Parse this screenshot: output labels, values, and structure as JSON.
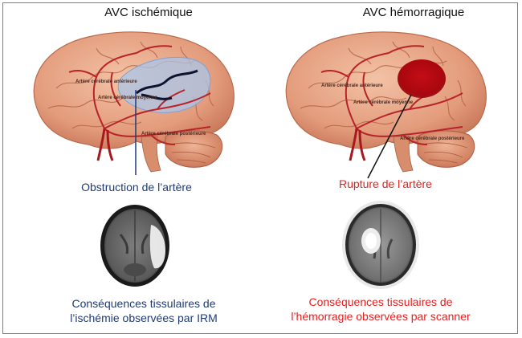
{
  "left": {
    "title": "AVC ischémique",
    "caption": "Obstruction de l’artère",
    "consequence_line1": "Conséquences tissulaires de",
    "consequence_line2": "l’ischémie observées par IRM",
    "labels": [
      "Artère cérébrale antérieure",
      "Artère cérébrale moyenne",
      "Artère cérébrale postérieure"
    ]
  },
  "right": {
    "title": "AVC hémorragique",
    "caption": "Rupture de l’artère",
    "consequence_line1": "Conséquences tissulaires de",
    "consequence_line2": "l’hémorragie observées par scanner",
    "labels": [
      "Artère cérébrale antérieure",
      "Artère cérébrale moyenne",
      "Artère cérébrale postérieure"
    ]
  },
  "colors": {
    "ischemic_text": "#1f3a74",
    "hemorrhagic_text": "#e41f1f",
    "brain": "#e6a386",
    "artery": "#b8232a"
  }
}
